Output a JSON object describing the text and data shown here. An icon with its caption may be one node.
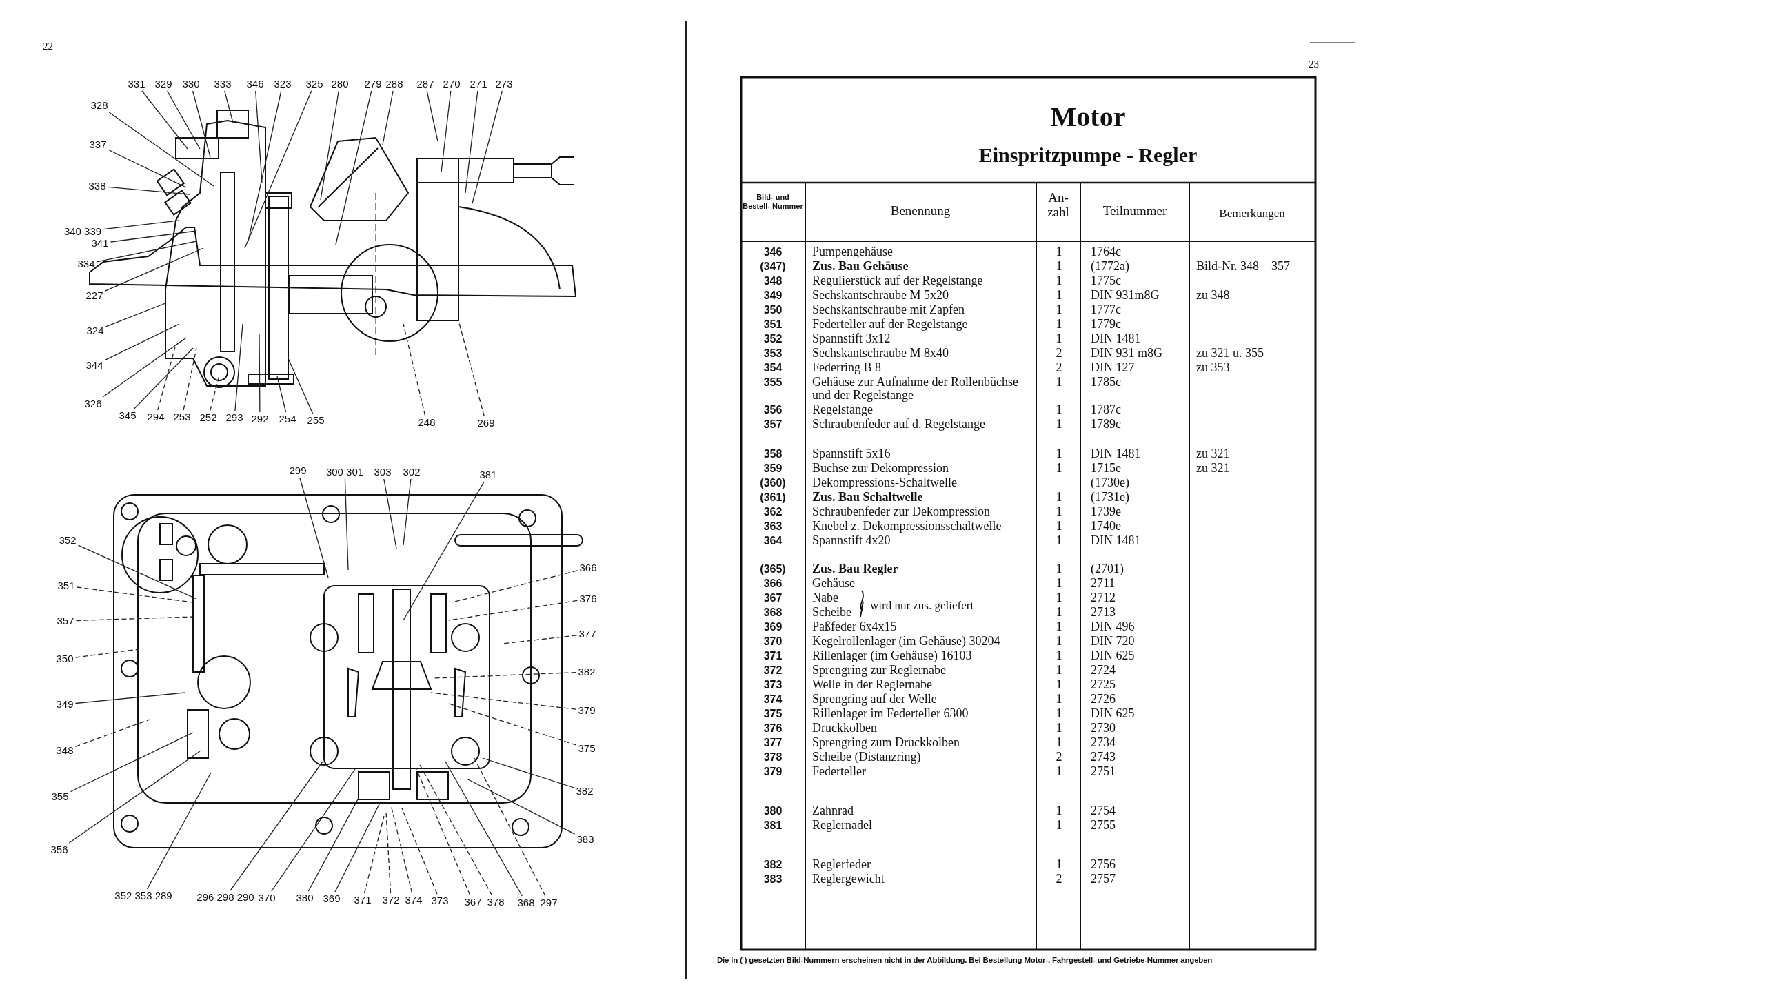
{
  "diagram": {
    "title": "Motor",
    "nodes": [
      {
        "text": [
          "331"
        ]
      },
      {
        "text": [
          "329"
        ]
      },
      {
        "text": [
          "330"
        ]
      },
      {
        "text": [
          "333"
        ]
      },
      {
        "text": [
          "346"
        ]
      },
      {
        "text": [
          "323"
        ]
      },
      {
        "text": [
          "325"
        ]
      },
      {
        "text": [
          "280"
        ]
      },
      {
        "text": [
          "279"
        ]
      },
      {
        "text": [
          "288"
        ]
      },
      {
        "text": [
          "287"
        ]
      },
      {
        "text": [
          "270"
        ]
      },
      {
        "text": [
          "271"
        ]
      },
      {
        "text": [
          "273"
        ]
      },
      {
        "text": [
          "328"
        ]
      },
      {
        "text": [
          "337"
        ]
      },
      {
        "text": [
          "338"
        ]
      },
      {
        "text": [
          "340 339"
        ]
      },
      {
        "text": [
          "341"
        ]
      },
      {
        "text": [
          "334"
        ]
      },
      {
        "text": [
          "227"
        ]
      },
      {
        "text": [
          "324"
        ]
      },
      {
        "text": [
          "344"
        ]
      },
      {
        "text": [
          "326"
        ]
      },
      {
        "text": [
          "345"
        ]
      },
      {
        "text": [
          "294"
        ]
      },
      {
        "text": [
          "253"
        ]
      },
      {
        "text": [
          "252"
        ]
      },
      {
        "text": [
          "293"
        ]
      },
      {
        "text": [
          "292"
        ]
      },
      {
        "text": [
          "254"
        ]
      },
      {
        "text": [
          "255"
        ]
      },
      {
        "text": [
          "248"
        ]
      },
      {
        "text": [
          "269"
        ]
      },
      {
        "text": [
          "299"
        ]
      },
      {
        "text": [
          "300 301"
        ]
      },
      {
        "text": [
          "303"
        ]
      },
      {
        "text": [
          "302"
        ]
      },
      {
        "text": [
          "381"
        ]
      },
      {
        "text": [
          "352"
        ]
      },
      {
        "text": [
          "351"
        ]
      },
      {
        "text": [
          "357"
        ]
      },
      {
        "text": [
          "350"
        ]
      },
      {
        "text": [
          "349"
        ]
      },
      {
        "text": [
          "348"
        ]
      },
      {
        "text": [
          "355"
        ]
      },
      {
        "text": [
          "356"
        ]
      },
      {
        "text": [
          "366"
        ]
      },
      {
        "text": [
          "376"
        ]
      },
      {
        "text": [
          "377"
        ]
      },
      {
        "text": [
          "382"
        ]
      },
      {
        "text": [
          "379"
        ]
      },
      {
        "text": [
          "375"
        ]
      },
      {
        "text": [
          "382"
        ]
      },
      {
        "text": [
          "383"
        ]
      },
      {
        "text": [
          "352 353 289"
        ]
      },
      {
        "text": [
          "296 298 290"
        ]
      },
      {
        "text": [
          "370"
        ]
      },
      {
        "text": [
          "380"
        ]
      },
      {
        "text": [
          "369"
        ]
      },
      {
        "text": [
          "371"
        ]
      },
      {
        "text": [
          "372"
        ]
      },
      {
        "text": [
          "374"
        ]
      },
      {
        "text": [
          "373"
        ]
      },
      {
        "text": [
          "367"
        ]
      },
      {
        "text": [
          "378"
        ]
      },
      {
        "text": [
          "368"
        ]
      },
      {
        "text": [
          "297"
        ]
      }
    ],
    "edges": [
      {
        "from": 0,
        "to": null,
        "arrow": "none"
      },
      {
        "from": 1,
        "to": null,
        "arrow": "none"
      },
      {
        "from": 2,
        "to": null,
        "arrow": "none"
      },
      {
        "from": 3,
        "to": null,
        "arrow": "none"
      },
      {
        "from": 4,
        "to": null,
        "arrow": "none"
      },
      {
        "from": 5,
        "to": null,
        "arrow": "none"
      },
      {
        "from": 6,
        "to": null,
        "arrow": "none"
      },
      {
        "from": 7,
        "to": null,
        "arrow": "none"
      },
      {
        "from": 8,
        "to": null,
        "arrow": "none"
      },
      {
        "from": 9,
        "to": null,
        "arrow": "none"
      },
      {
        "from": 10,
        "to": null,
        "arrow": "none"
      },
      {
        "from": 11,
        "to": null,
        "arrow": "none"
      },
      {
        "from": 12,
        "to": null,
        "arrow": "none"
      },
      {
        "from": 13,
        "to": null,
        "arrow": "none"
      },
      {
        "from": 14,
        "to": null,
        "arrow": "none"
      },
      {
        "from": 15,
        "to": null,
        "arrow": "none"
      },
      {
        "from": 16,
        "to": null,
        "arrow": "none"
      },
      {
        "from": 17,
        "to": null,
        "arrow": "none"
      },
      {
        "from": 18,
        "to": null,
        "arrow": "none"
      },
      {
        "from": 19,
        "to": null,
        "arrow": "none"
      },
      {
        "from": 20,
        "to": null,
        "arrow": "none"
      },
      {
        "from": 21,
        "to": null,
        "arrow": "none"
      },
      {
        "from": 22,
        "to": null,
        "arrow": "none"
      },
      {
        "from": 23,
        "to": null,
        "arrow": "none"
      },
      {
        "from": 24,
        "to": null,
        "arrow": "none"
      },
      {
        "from": 25,
        "to": null,
        "arrow": "none",
        "style": "dashed"
      },
      {
        "from": 26,
        "to": null,
        "arrow": "none",
        "style": "dashed"
      },
      {
        "from": 27,
        "to": null,
        "arrow": "none",
        "style": "dashed"
      },
      {
        "from": 28,
        "to": null,
        "arrow": "none"
      },
      {
        "from": 29,
        "to": null,
        "arrow": "none"
      },
      {
        "from": 30,
        "to": null,
        "arrow": "none"
      },
      {
        "from": 31,
        "to": null,
        "arrow": "none"
      },
      {
        "from": 32,
        "to": null,
        "arrow": "none",
        "style": "dashed"
      },
      {
        "from": 33,
        "to": null,
        "arrow": "none",
        "style": "dashed"
      },
      {
        "from": 34,
        "to": null,
        "arrow": "none"
      },
      {
        "from": 35,
        "to": null,
        "arrow": "none"
      },
      {
        "from": 36,
        "to": null,
        "arrow": "none"
      },
      {
        "from": 37,
        "to": null,
        "arrow": "none"
      },
      {
        "from": 38,
        "to": null,
        "arrow": "none"
      },
      {
        "from": 39,
        "to": null,
        "arrow": "none"
      },
      {
        "from": 40,
        "to": null,
        "arrow": "none",
        "style": "dashed"
      },
      {
        "from": 41,
        "to": null,
        "arrow": "none",
        "style": "dashed"
      },
      {
        "from": 42,
        "to": null,
        "arrow": "none",
        "style": "dashed"
      },
      {
        "from": 43,
        "to": null,
        "arrow": "none"
      },
      {
        "from": 44,
        "to": null,
        "arrow": "none",
        "style": "dashed"
      },
      {
        "from": 45,
        "to": null,
        "arrow": "none"
      },
      {
        "from": 46,
        "to": null,
        "arrow": "none"
      },
      {
        "from": 47,
        "to": null,
        "arrow": "none",
        "style": "dashed"
      },
      {
        "from": 48,
        "to": null,
        "arrow": "none",
        "style": "dashed"
      },
      {
        "from": 49,
        "to": null,
        "arrow": "none",
        "style": "dashed"
      },
      {
        "from": 50,
        "to": null,
        "arrow": "none",
        "style": "dashed"
      },
      {
        "from": 51,
        "to": null,
        "arrow": "none",
        "style": "dashed"
      },
      {
        "from": 52,
        "to": null,
        "arrow": "none",
        "style": "dashed"
      },
      {
        "from": 53,
        "to": null,
        "arrow": "none"
      },
      {
        "from": 54,
        "to": null,
        "arrow": "none"
      },
      {
        "from": 55,
        "to": null,
        "arrow": "none"
      },
      {
        "from": 56,
        "to": null,
        "arrow": "none"
      },
      {
        "from": 57,
        "to": null,
        "arrow": "none"
      },
      {
        "from": 58,
        "to": null,
        "arrow": "none"
      },
      {
        "from": 59,
        "to": null,
        "arrow": "none"
      },
      {
        "from": 60,
        "to": null,
        "arrow": "none",
        "style": "dashed"
      },
      {
        "from": 61,
        "to": null,
        "arrow": "none",
        "style": "dashed"
      },
      {
        "from": 62,
        "to": null,
        "arrow": "none",
        "style": "dashed"
      },
      {
        "from": 63,
        "to": null,
        "arrow": "none",
        "style": "dashed"
      },
      {
        "from": 64,
        "to": null,
        "arrow": "none",
        "style": "dashed"
      },
      {
        "from": 65,
        "to": null,
        "arrow": "none",
        "style": "dashed"
      },
      {
        "from": 66,
        "to": null,
        "arrow": "none"
      },
      {
        "from": 67,
        "to": null,
        "arrow": "none",
        "style": "dashed"
      }
    ],
    "labels": [
      "22",
      "23",
      "Einspritzpumpe - Regler",
      "Bild- und Bestell- Nummer",
      "Benennung",
      "An- zahl",
      "Teilnummer",
      "Bemerkungen",
      "346",
      "Pumpengehäuse",
      "1",
      "1764c",
      "(347)",
      "Zus. Bau Gehäuse",
      "1",
      "(1772a)",
      "Bild-Nr. 348—357",
      "348",
      "Regulierstück auf der Regelstange",
      "1",
      "1775c",
      "349",
      "Sechskantschraube M 5x20",
      "1",
      "DIN 931m8G",
      "zu 348",
      "350",
      "Sechskantschraube mit Zapfen",
      "1",
      "1777c",
      "351",
      "Federteller auf der Regelstange",
      "1",
      "1779c",
      "352",
      "Spannstift 3x12",
      "1",
      "DIN 1481",
      "353",
      "Sechskantschraube M 8x40",
      "2",
      "DIN 931 m8G",
      "zu 321 u. 355",
      "354",
      "Federring B 8",
      "2",
      "DIN 127",
      "zu 353",
      "355",
      "Gehäuse zur Aufnahme der Rollenbüchse und der Regelstange",
      "1",
      "1785c",
      "356",
      "Regelstange",
      "1",
      "1787c",
      "357",
      "Schraubenfeder auf d. Regelstange",
      "1",
      "1789c",
      "358",
      "Spannstift 5x16",
      "1",
      "DIN 1481",
      "zu 321",
      "359",
      "Buchse zur Dekompression",
      "1",
      "1715e",
      "zu 321",
      "(360)",
      "Dekompressions-Schaltwelle",
      "(1730e)",
      "(361)",
      "Zus. Bau Schaltwelle",
      "1",
      "(1731e)",
      "362",
      "Schraubenfeder zur Dekompression",
      "1",
      "1739e",
      "363",
      "Knebel z. Dekompressionsschaltwelle",
      "1",
      "1740e",
      "364",
      "Spannstift 4x20",
      "1",
      "DIN 1481",
      "(365)",
      "Zus. Bau Regler",
      "1",
      "(2701)",
      "366",
      "Gehäuse",
      "1",
      "2711",
      "367",
      "Nabe",
      "1",
      "2712",
      "368",
      "Scheibe",
      "wird nur zus. geliefert",
      "1",
      "2713",
      "369",
      "Paßfeder 6x4x15",
      "1",
      "DIN 496",
      "370",
      "Kegelrollenlager (im Gehäuse) 30204",
      "1",
      "DIN 720",
      "371",
      "Rillenlager (im Gehäuse) 16103",
      "1",
      "DIN 625",
      "372",
      "Sprengring zur Reglernabe",
      "1",
      "2724",
      "373",
      "Welle in der Reglernabe",
      "1",
      "2725",
      "374",
      "Sprengring auf der Welle",
      "1",
      "2726",
      "375",
      "Rillenlager im Federteller 6300",
      "1",
      "DIN 625",
      "376",
      "Druckkolben",
      "1",
      "2730",
      "377",
      "Sprengring zum Druckkolben",
      "1",
      "2734",
      "378",
      "Scheibe (Distanzring)",
      "2",
      "2743",
      "379",
      "Federteller",
      "1",
      "2751",
      "380",
      "Zahnrad",
      "1",
      "2754",
      "381",
      "Reglernadel",
      "1",
      "2755",
      "382",
      "Reglerfeder",
      "1",
      "2756",
      "383",
      "Reglergewicht",
      "2",
      "2757",
      "Die in ( ) gesetzten Bild-Nummern erscheinen nicht in der Abbildung. Bei Bestellung Motor-, Fahrgestell- und Getriebe-Nummer angeben"
    ]
  }
}
